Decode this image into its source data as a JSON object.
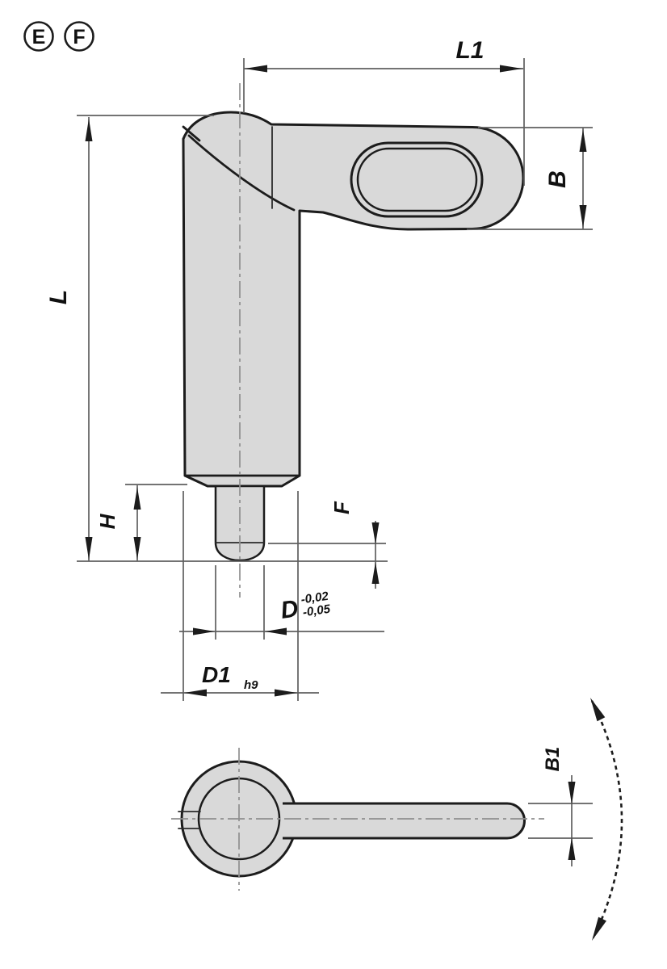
{
  "drawing": {
    "title": "cam-action-grip-technical-drawing",
    "colors": {
      "part_fill": "#d9d9d9",
      "part_outline": "#1c1c1c",
      "dimension_lines": "#5f5f5f",
      "centerlines": "#8f8f8f",
      "background": "#ffffff"
    },
    "view_markers": [
      {
        "label": "E"
      },
      {
        "label": "F"
      }
    ],
    "main_view": {
      "dimensions": {
        "l1": "L1",
        "b": "B",
        "l": "L",
        "h": "H",
        "f": "F",
        "d": {
          "label": "D",
          "tol_upper": "-0,02",
          "tol_lower": "-0,05"
        },
        "d1": {
          "label": "D1",
          "suffix": "h9"
        }
      }
    },
    "bottom_view": {
      "dimensions": {
        "b1": "B1"
      }
    }
  }
}
